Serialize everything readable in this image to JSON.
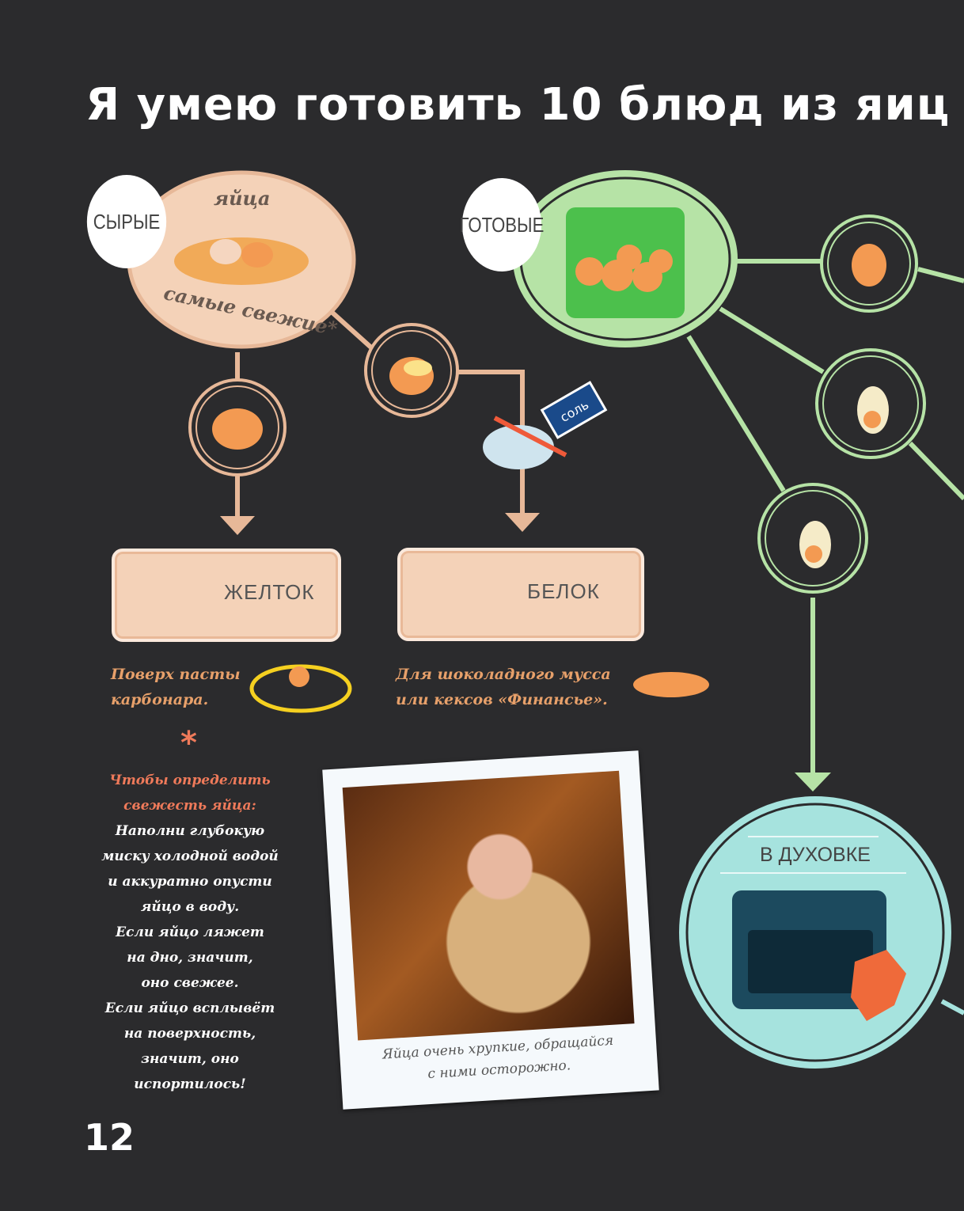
{
  "title": "Я умею готовить 10 блюд из яиц",
  "raw": {
    "badge": "СЫРЫЕ",
    "eggs_word": "яйца",
    "freshest": "самые свежие*"
  },
  "ready": {
    "badge": "ГОТОВЫЕ"
  },
  "salt_label": "соль",
  "yolk": {
    "label": "ЖЕЛТОК",
    "caption": [
      "Поверх пасты",
      "карбонара."
    ]
  },
  "white": {
    "label": "БЕЛОК",
    "caption": [
      "Для шоколадного мусса",
      "или кексов «Финансье»."
    ]
  },
  "asterisk": "*",
  "tip": {
    "heading": [
      "Чтобы определить",
      "свежесть яйца:"
    ],
    "lines": [
      "Наполни глубокую",
      "миску холодной водой",
      "и аккуратно опусти",
      "яйцо в воду.",
      "Если яйцо ляжет",
      "на дно, значит,",
      "оно свежее.",
      "Если яйцо всплывёт",
      "на поверхность,",
      "значит, оно",
      "испортилось!"
    ]
  },
  "photo_caption": [
    "Яйца очень хрупкие, обращайся",
    "с ними осторожно."
  ],
  "oven": {
    "label": "В ДУХОВКЕ"
  },
  "page_number": "12",
  "colors": {
    "bg": "#2b2b2d",
    "peach": "#f4d2b8",
    "green": "#b6e3a6",
    "teal": "#a6e3de",
    "orange": "#f39a52"
  }
}
